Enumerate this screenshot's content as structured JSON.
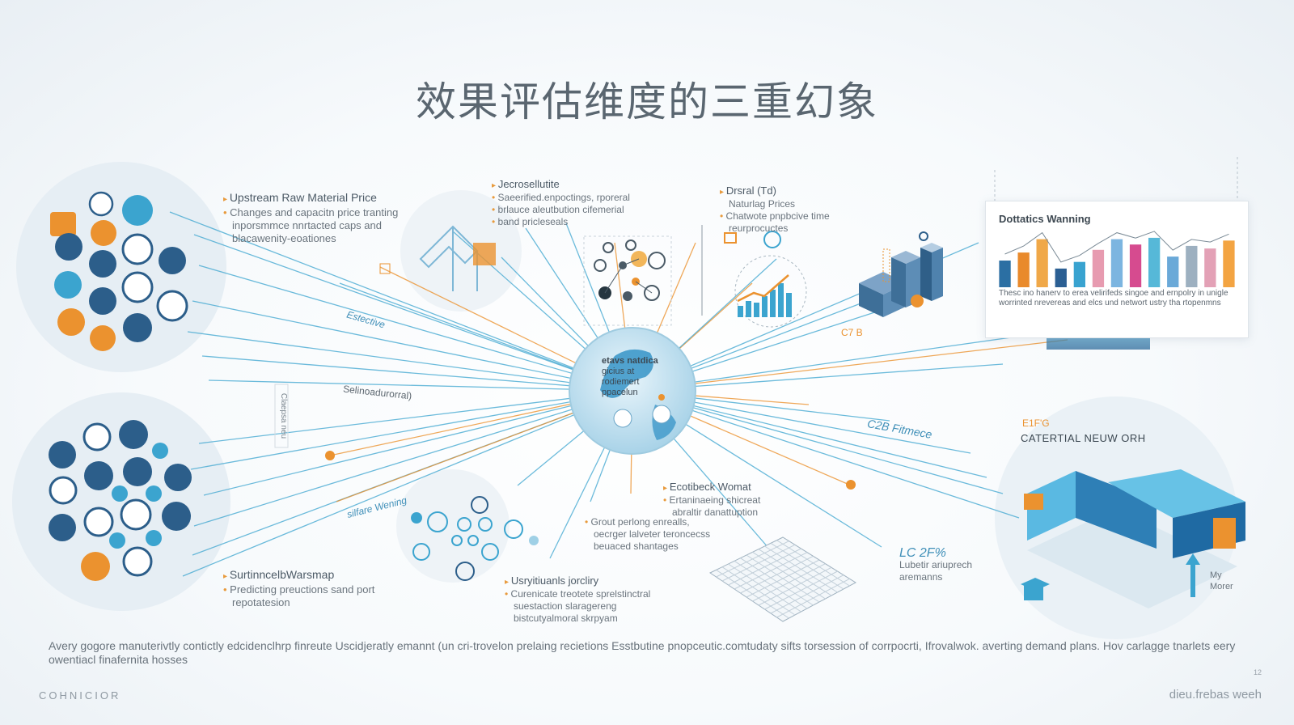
{
  "title": "效果评估维度的三重幻象",
  "labels": {
    "upstream": {
      "heading": "Upstream Raw Material Price",
      "line1": "Changes and capacitn price tranting",
      "line2": "inporsmmce nnrtacted caps and",
      "line3": "blacawenity-eoationes"
    },
    "tl": {
      "heading": "Jecrosellutite",
      "line1": "Saeerified.enpoctings, rporeral",
      "line2": "brlauce aleutbution cifemerial",
      "line3": "band pricleseals"
    },
    "tr": {
      "heading": "Drsral (Td)",
      "line1": "Naturlag Prices",
      "line2": "Chatwote pnpbcive time",
      "line3": "reurprocuctes"
    },
    "ecommerce": {
      "heading": "Ecotibeck Womat",
      "line1": "Ertaninaeing shicreat",
      "line2": "abraltir danattuption"
    },
    "grout": {
      "line1": "Grout perlong enrealls,",
      "line2": "oecrger lalveter teroncecss",
      "line3": "beuaced shantages"
    },
    "usr": {
      "heading": "Usryitiuanls jorcliry",
      "line1": "Curenicate treotete sprelstinctral",
      "line2": "suestaction slaragereng",
      "line3": "bistcutyalmoral skrpyam"
    },
    "sust": {
      "heading": "SurtinncelbWarsmap",
      "line1": "Predicting preuctions sand port",
      "line2": "repotatesion"
    },
    "lc": {
      "heading": "LC 2F%",
      "line1": "Lubetir ariuprech",
      "line2": "aremanns"
    },
    "my": {
      "line1": "My",
      "line2": "Morer"
    },
    "catnet": {
      "heading": "CATERTIAL NEUW ORH"
    }
  },
  "tags": {
    "t1": "Estective",
    "t2": "Selinoadurorral)",
    "t3": "silfare Wening",
    "t4": "C2B Fitmece",
    "t5": "C7 B",
    "t6": "Claepsa neu",
    "t7": "E1F'G"
  },
  "center": {
    "line1": "etavs natdica",
    "line2": "gicius at",
    "line3": "rodiemert",
    "line4": "ppacelun"
  },
  "panel": {
    "heading": "Dottatics Wanning",
    "text": "Thesc ino hanerv to erea velirifeds singoe and ernpolry in unigle worrinted nrevereas and elcs und networt ustry tha rtopenmns",
    "chart_data": {
      "type": "bar",
      "title": "Dottatics Wanning",
      "series": [
        {
          "name": "",
          "values": [
            40,
            52,
            72,
            28,
            38,
            56,
            72,
            64,
            74,
            46,
            62,
            58,
            70
          ]
        }
      ],
      "colors": [
        "#2b6fa3",
        "#e98a2c",
        "#f0a848",
        "#2b5f93",
        "#39a3d0",
        "#e79bb0",
        "#7cb5e0",
        "#d64b8f",
        "#56b8d8",
        "#6aa9d8",
        "#9db0c0",
        "#e3a1b6",
        "#f3a442"
      ],
      "ylim": [
        0,
        80
      ]
    }
  },
  "bottom": "Avery gogore manuterivtly contictly edcidenclhrp finreute Uscidjeratly emannt (un cri-trovelon prelaing recietions  Esstbutine pnopceutic.comtudaty sifts torsession of corrpocrti, Ifrovalwok. averting demand plans. Hov carlagge tnarlets eery owentiacl finafernita hosses",
  "brand": "COHNICIOR",
  "footer": "dieu.frebas weeh",
  "page_num": "12",
  "colors": {
    "accent_blue": "#3ba4cf",
    "accent_orange": "#eb922f",
    "navy": "#2c5e8a",
    "text": "#5a6670"
  }
}
